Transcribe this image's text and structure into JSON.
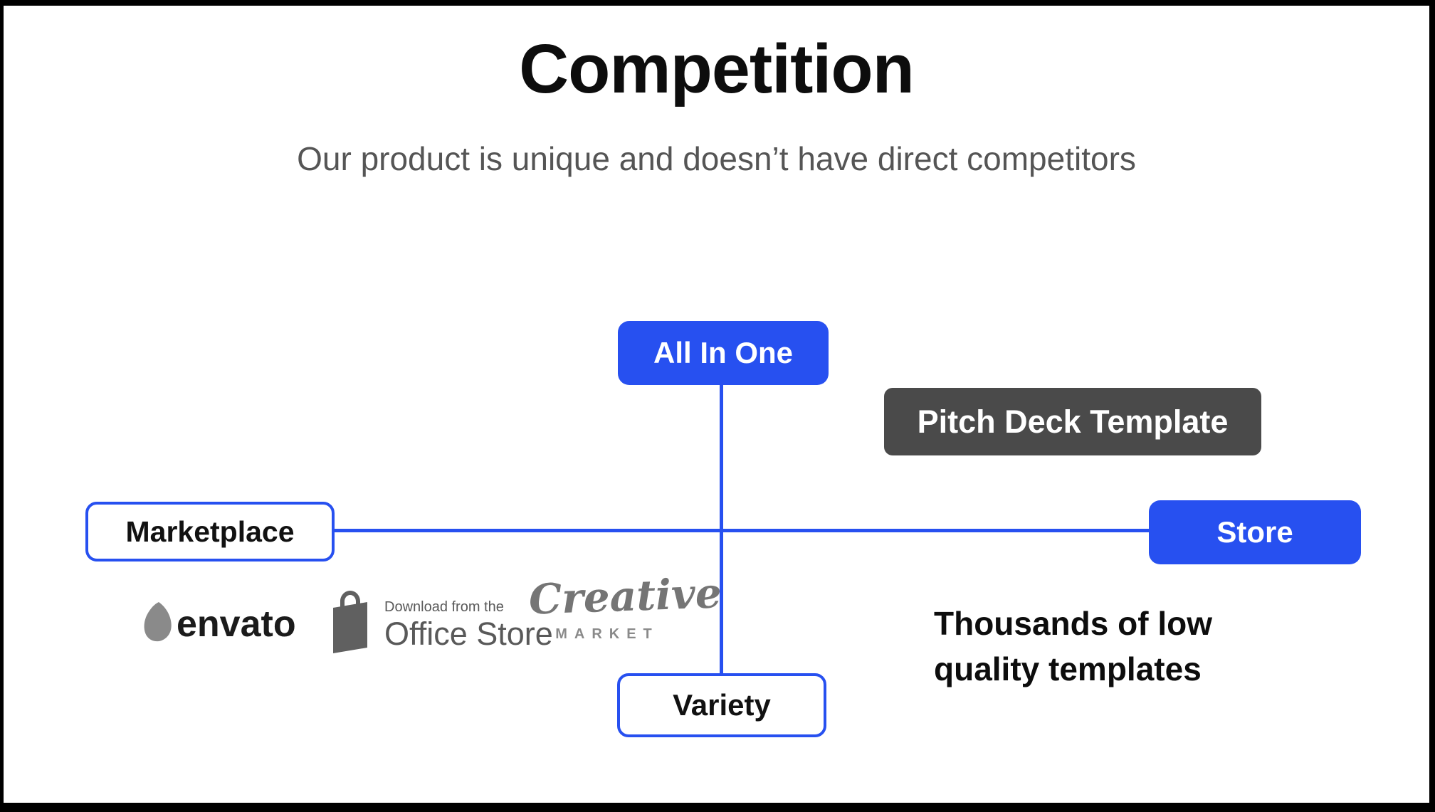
{
  "slide": {
    "title": "Competition",
    "subtitle": "Our product is unique and doesn’t have direct competitors"
  },
  "matrix": {
    "top_label": "All In One",
    "bottom_label": "Variety",
    "left_label": "Marketplace",
    "right_label": "Store",
    "product_label": "Pitch Deck Template",
    "right_note": "Thousands of low quality templates"
  },
  "competitor_logos": {
    "envato": {
      "icon": "envato-leaf-icon",
      "name": "envato"
    },
    "office_store": {
      "icon": "shopping-bag-icon",
      "tagline": "Download from the",
      "name": "Office Store"
    },
    "creative_market": {
      "word_script": "Creative",
      "word_caps": "MARKET"
    }
  },
  "colors": {
    "accent_blue": "#2750F0",
    "product_box_gray": "#4A4A4A",
    "subtitle_gray": "#555555",
    "logo_gray": "#757575"
  }
}
